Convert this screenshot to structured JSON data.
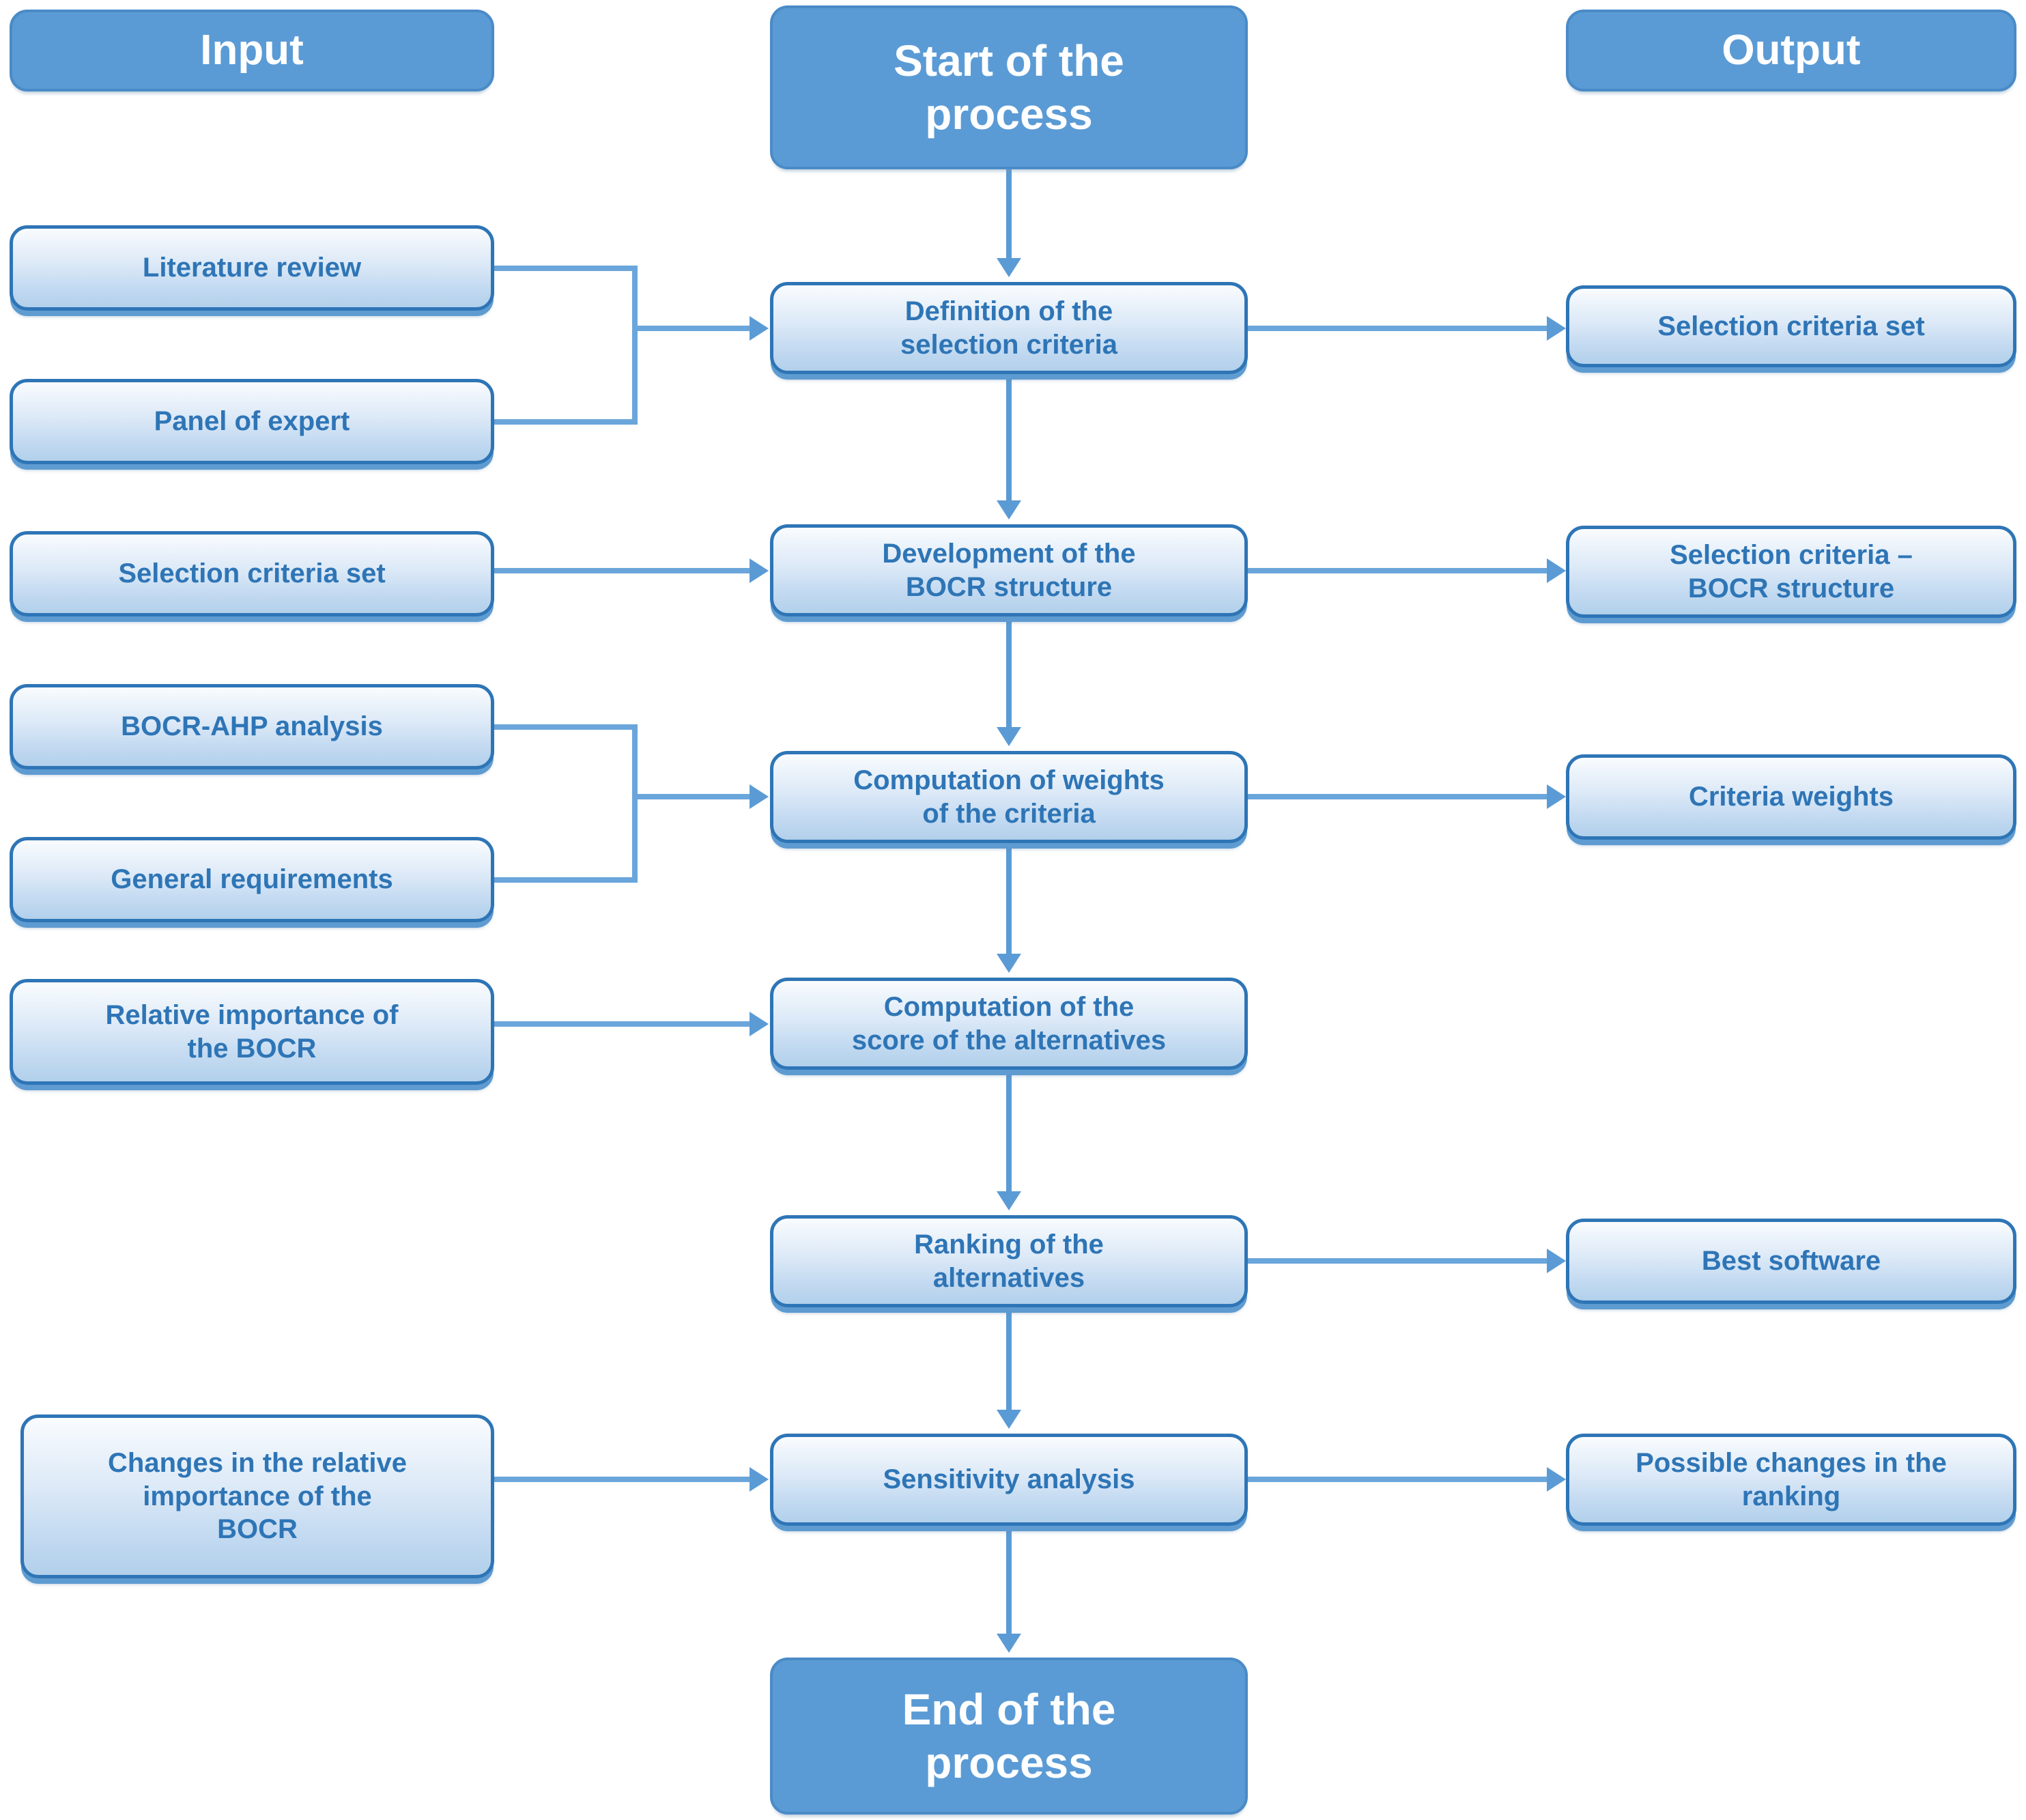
{
  "diagram": {
    "title_columns": {
      "input": "Input",
      "start": "Start of the\nprocess",
      "output": "Output"
    },
    "end_terminator": "End of the\nprocess",
    "colors": {
      "header_fill": "#5B9BD5",
      "header_border": "#4A8BC7",
      "node_border": "#2E75B6",
      "node_text": "#2E75B6",
      "connector": "#5B9BD5",
      "header_text": "#FFFFFF",
      "background": "#FFFFFF"
    },
    "inputs": [
      {
        "id": "literature-review",
        "label": "Literature review"
      },
      {
        "id": "panel-of-expert",
        "label": "Panel of expert"
      },
      {
        "id": "selection-criteria-set",
        "label": "Selection criteria set"
      },
      {
        "id": "bocr-ahp-analysis",
        "label": "BOCR-AHP analysis"
      },
      {
        "id": "general-requirements",
        "label": "General requirements"
      },
      {
        "id": "relative-importance",
        "label": "Relative importance of\nthe BOCR"
      },
      {
        "id": "changes-relative-importance",
        "label": "Changes in the relative\nimportance of the\nBOCR"
      }
    ],
    "process_steps": [
      {
        "id": "definition-selection-criteria",
        "label": "Definition of the\nselection criteria"
      },
      {
        "id": "development-bocr-structure",
        "label": "Development of the\nBOCR structure"
      },
      {
        "id": "computation-weights-criteria",
        "label": "Computation of weights\nof the criteria"
      },
      {
        "id": "computation-score-alternatives",
        "label": "Computation of the\nscore of the alternatives"
      },
      {
        "id": "ranking-alternatives",
        "label": "Ranking of the\nalternatives"
      },
      {
        "id": "sensitivity-analysis",
        "label": "Sensitivity analysis"
      }
    ],
    "outputs": [
      {
        "id": "out-selection-criteria-set",
        "label": "Selection criteria set"
      },
      {
        "id": "out-selection-criteria-bocr",
        "label": "Selection criteria –\nBOCR structure"
      },
      {
        "id": "out-criteria-weights",
        "label": "Criteria weights"
      },
      {
        "id": "out-best-software",
        "label": "Best software"
      },
      {
        "id": "out-possible-changes",
        "label": "Possible changes in the\nranking"
      }
    ]
  }
}
